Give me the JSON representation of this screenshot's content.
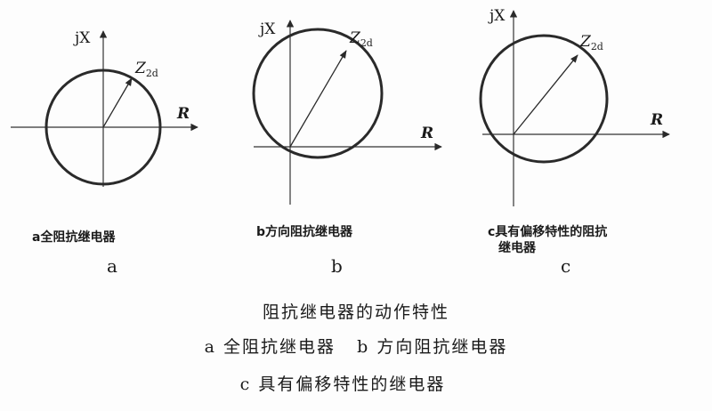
{
  "panels": [
    {
      "id": "a",
      "axis_x": "R",
      "axis_y": "jX",
      "vector_label": "Z",
      "vector_sub": "2d",
      "label_lines": [
        "a全阻抗继电器"
      ],
      "letter": "a"
    },
    {
      "id": "b",
      "axis_x": "R",
      "axis_y": "jX",
      "vector_label": "Z",
      "vector_sub": "2d",
      "label_lines": [
        "b方向阻抗继电器"
      ],
      "letter": "b"
    },
    {
      "id": "c",
      "axis_x": "R",
      "axis_y": "jX",
      "vector_label": "Z",
      "vector_sub": "2d",
      "label_lines": [
        "c具有偏移特性的阻抗",
        "继电器"
      ],
      "letter": "c"
    }
  ],
  "caption": {
    "line1": "阻抗继电器的动作特性",
    "line2": "a 全阻抗继电器   b 方向阻抗继电器",
    "line3": "c 具有偏移特性的继电器"
  }
}
